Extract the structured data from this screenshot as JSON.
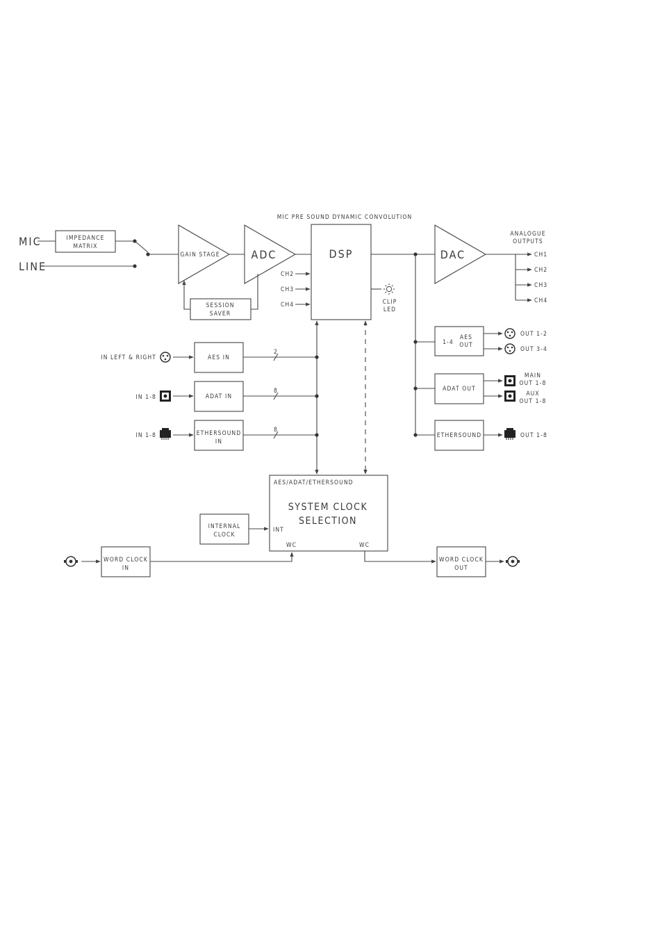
{
  "title": "MIC PRE SOUND DYNAMIC CONVOLUTION",
  "inputs": {
    "mic": "MIC",
    "line": "LINE"
  },
  "blocks": {
    "impedance": [
      "IMPEDANCE",
      "MATRIX"
    ],
    "gain": "GAIN STAGE",
    "adc": "ADC",
    "dsp": "DSP",
    "dac": "DAC",
    "session": [
      "SESSION",
      "SAVER"
    ],
    "aes_in": "AES IN",
    "adat_in": "ADAT IN",
    "ethersound_in": [
      "ETHERSOUND",
      "IN"
    ],
    "aes_out_prefix": "1-4",
    "aes_out": [
      "AES",
      "OUT"
    ],
    "adat_out": "ADAT OUT",
    "ethersound_out": "ETHERSOUND",
    "internal_clock": [
      "INTERNAL",
      "CLOCK"
    ],
    "word_clock_in": [
      "WORD CLOCK",
      "IN"
    ],
    "word_clock_out": [
      "WORD CLOCK",
      "OUT"
    ],
    "sys_clock_header": "AES/ADAT/ETHERSOUND",
    "sys_clock": [
      "SYSTEM CLOCK",
      "SELECTION"
    ],
    "int": "INT",
    "wc": "WC"
  },
  "dsp_channels": [
    "CH2",
    "CH3",
    "CH4"
  ],
  "clip_led": [
    "CLIP",
    "LED"
  ],
  "analogue_outputs": {
    "label": [
      "ANALOGUE",
      "OUTPUTS"
    ],
    "channels": [
      "CH1",
      "CH2",
      "CH3",
      "CH4"
    ]
  },
  "digital_inputs": {
    "aes": "IN LEFT & RIGHT",
    "adat": "IN 1-8",
    "ethersound": "IN 1-8"
  },
  "bus_counts": [
    "2",
    "8",
    "8"
  ],
  "outputs": {
    "aes": [
      "OUT 1-2",
      "OUT 3-4"
    ],
    "adat": [
      [
        "MAIN",
        "OUT 1-8"
      ],
      [
        "AUX",
        "OUT 1-8"
      ]
    ],
    "ethersound": "OUT 1-8"
  },
  "icons": {
    "xlr": "xlr-connector-icon",
    "optical": "optical-connector-icon",
    "rj45": "rj45-connector-icon",
    "bnc": "bnc-connector-icon",
    "led": "clip-led-icon"
  }
}
